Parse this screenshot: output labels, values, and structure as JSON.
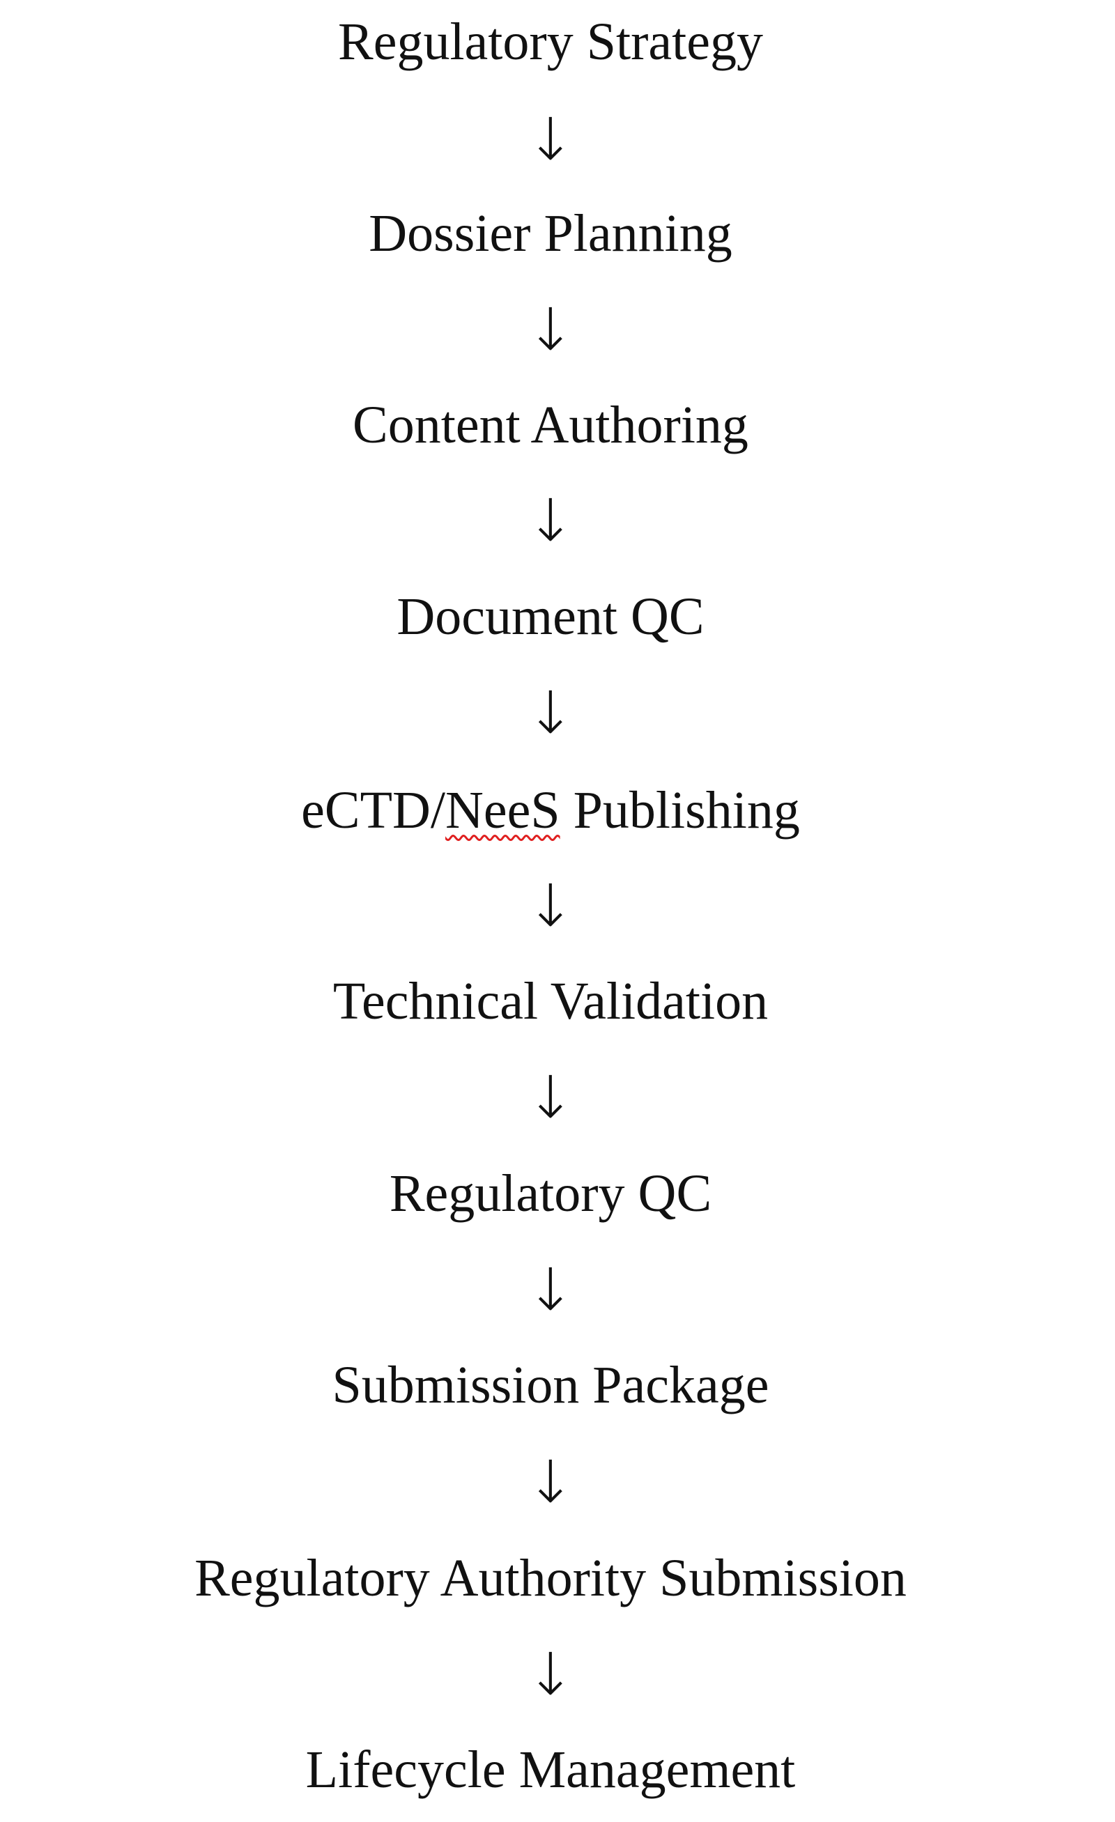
{
  "steps": [
    {
      "label": "Regulatory Strategy"
    },
    {
      "label": "Dossier Planning"
    },
    {
      "label": "Content Authoring"
    },
    {
      "label": "Document QC"
    },
    {
      "label_prefix": "eCTD/",
      "label_flagged": "NeeS",
      "label_suffix": " Publishing"
    },
    {
      "label": "Technical Validation"
    },
    {
      "label": "Regulatory QC"
    },
    {
      "label": "Submission Package"
    },
    {
      "label": "Regulatory Authority Submission"
    },
    {
      "label": "Lifecycle Management"
    }
  ],
  "arrow_glyph": "↓",
  "colors": {
    "text": "#111111",
    "spellcheck_underline": "#e02020",
    "background": "#ffffff"
  }
}
